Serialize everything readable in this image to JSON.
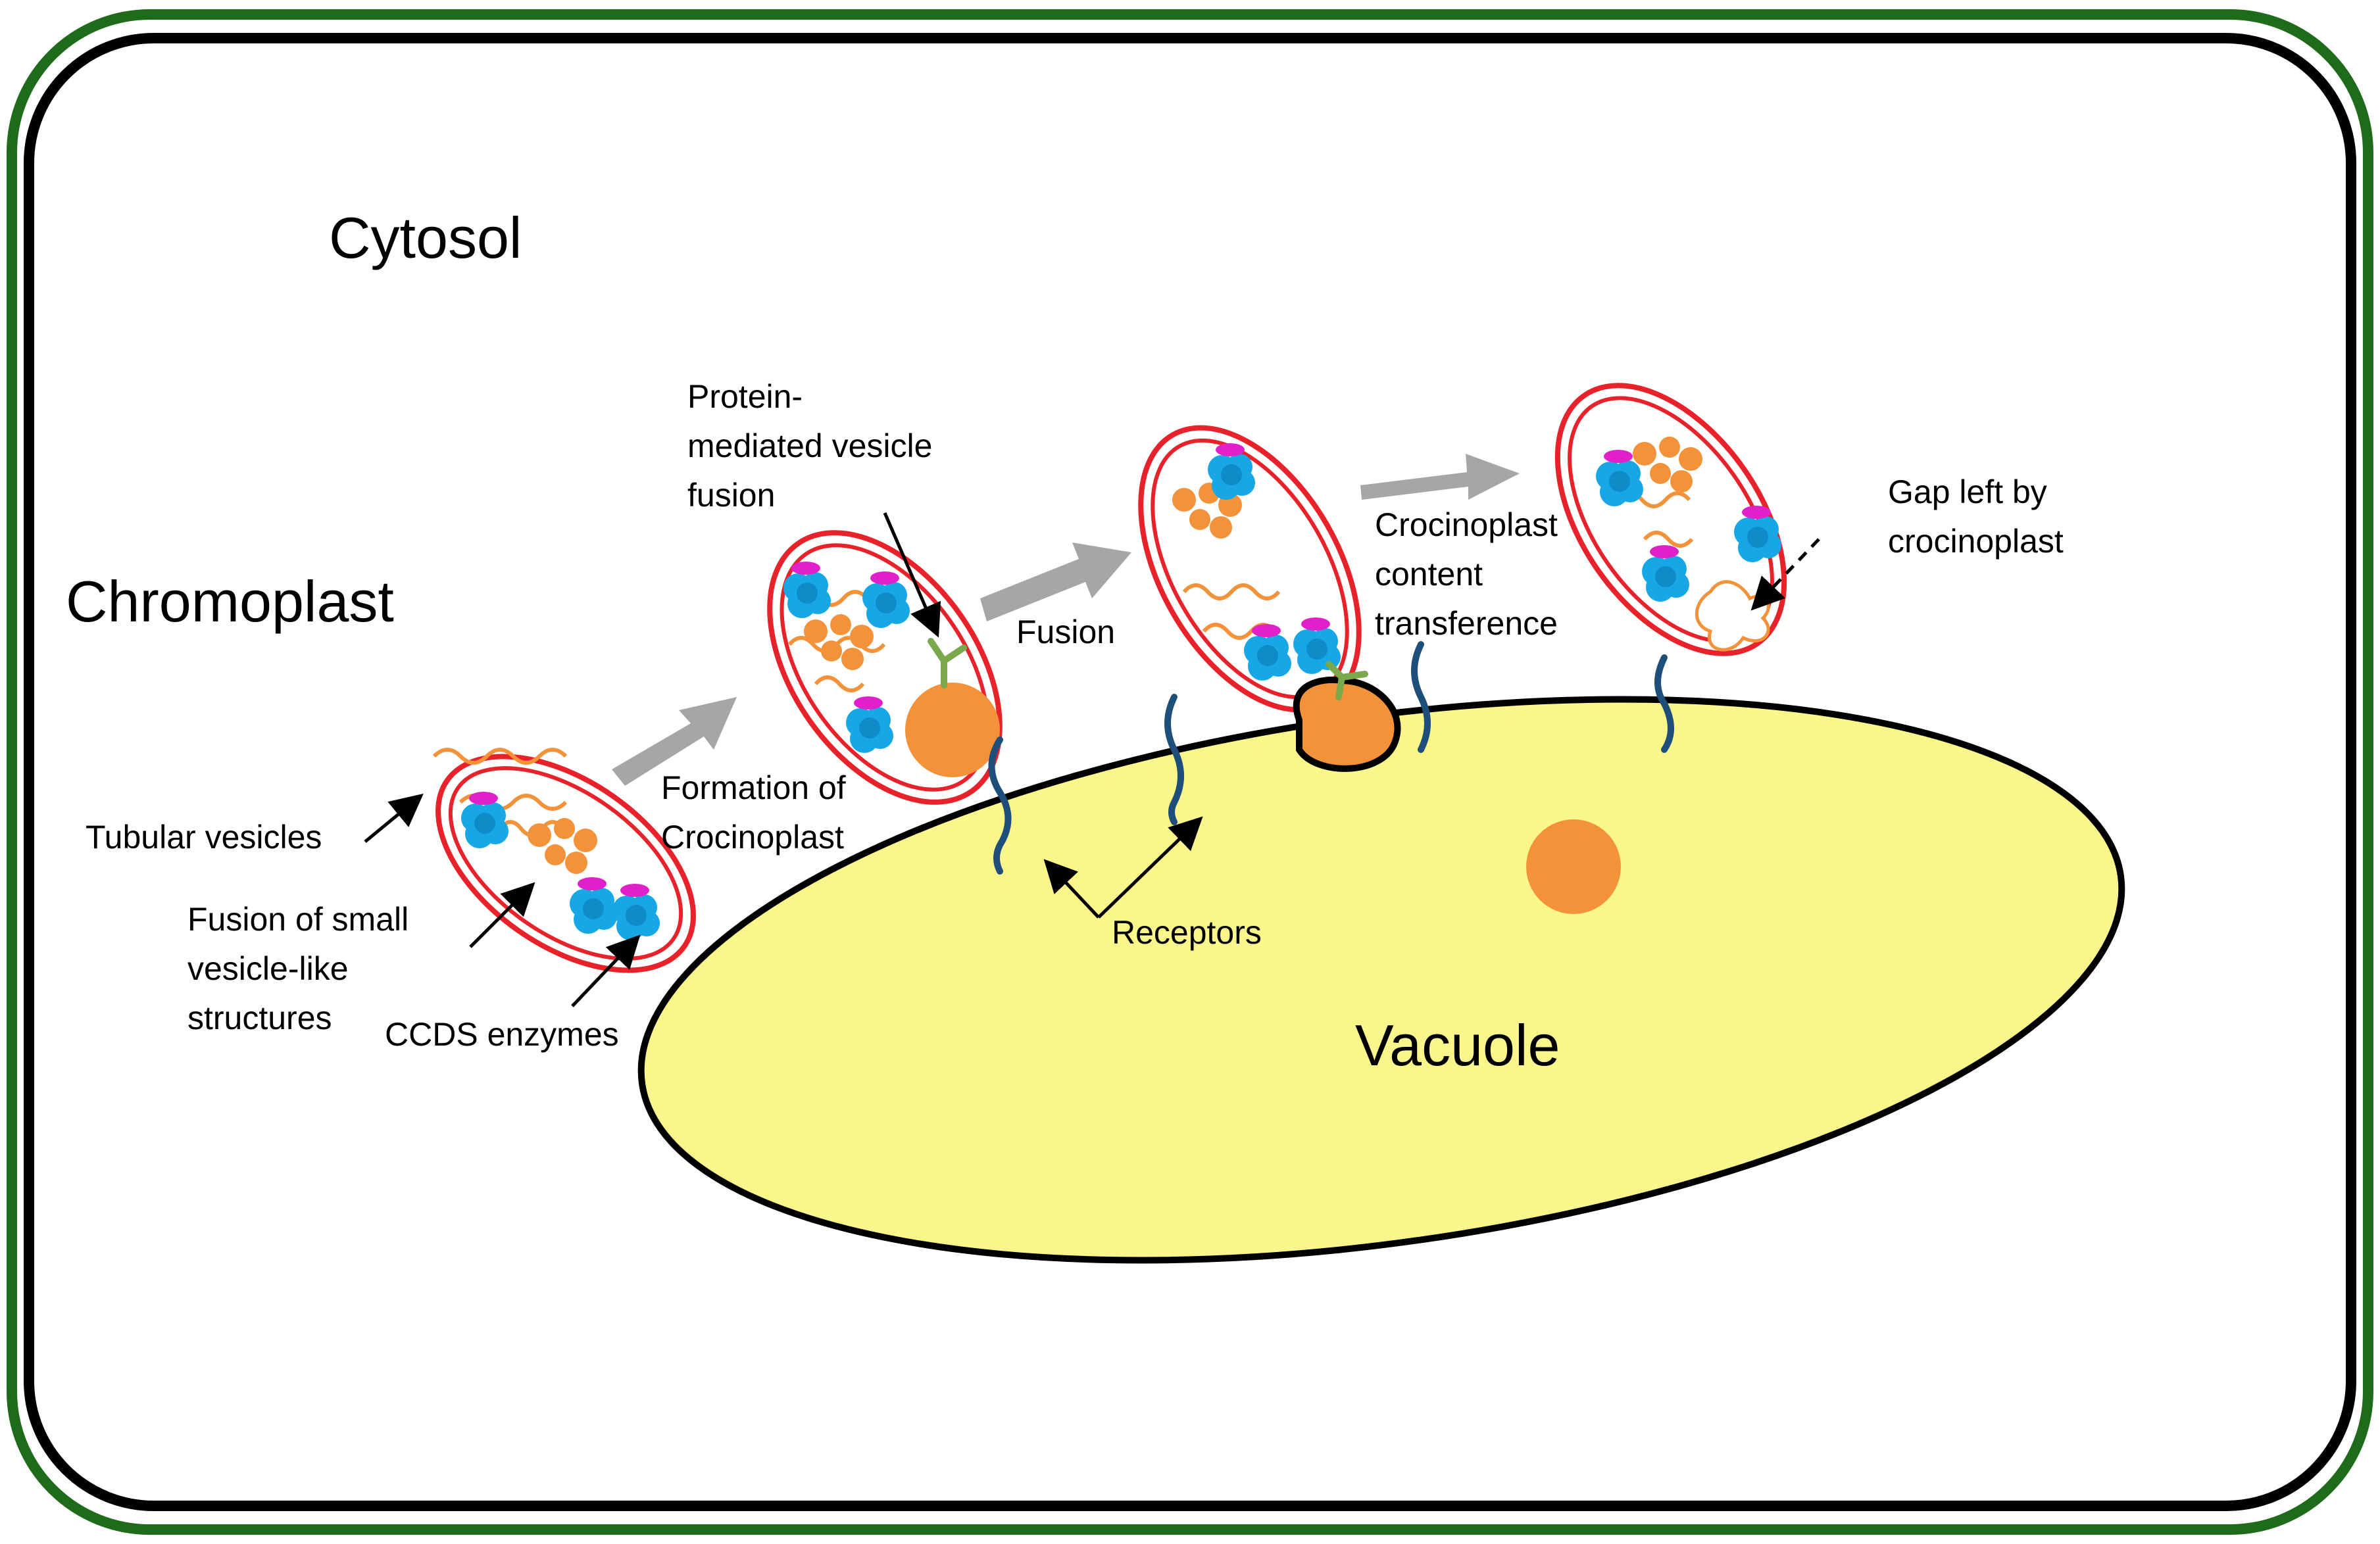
{
  "labels": {
    "cytosol": "Cytosol",
    "chromoplast": "Chromoplast",
    "vacuole": "Vacuole",
    "tubular_vesicles": "Tubular vesicles",
    "fusion_small_1": "Fusion of small",
    "fusion_small_2": "vesicle-like",
    "fusion_small_3": "structures",
    "ccds_enzymes": "CCDS enzymes",
    "formation_1": "Formation of",
    "formation_2": "Crocinoplast",
    "protein_mediated_1": "Protein-",
    "protein_mediated_2": "mediated vesicle",
    "protein_mediated_3": "fusion",
    "fusion": "Fusion",
    "receptors": "Receptors",
    "transference_1": "Crocinoplast",
    "transference_2": "content",
    "transference_3": "transference",
    "gap_1": "Gap left by",
    "gap_2": "crocinoplast"
  },
  "colors": {
    "outer_border": "#1e6b1a",
    "inner_border": "#000000",
    "vacuole_fill": "#fbf68c",
    "membrane_red": "#e8222a",
    "orange": "#f4923a",
    "enzyme_blue": "#17a6e6",
    "enzyme_pink": "#e020c8",
    "receptor_blue": "#1e4f7a",
    "protein_green": "#7aa84a",
    "arrow_grey": "#a6a6a6"
  }
}
